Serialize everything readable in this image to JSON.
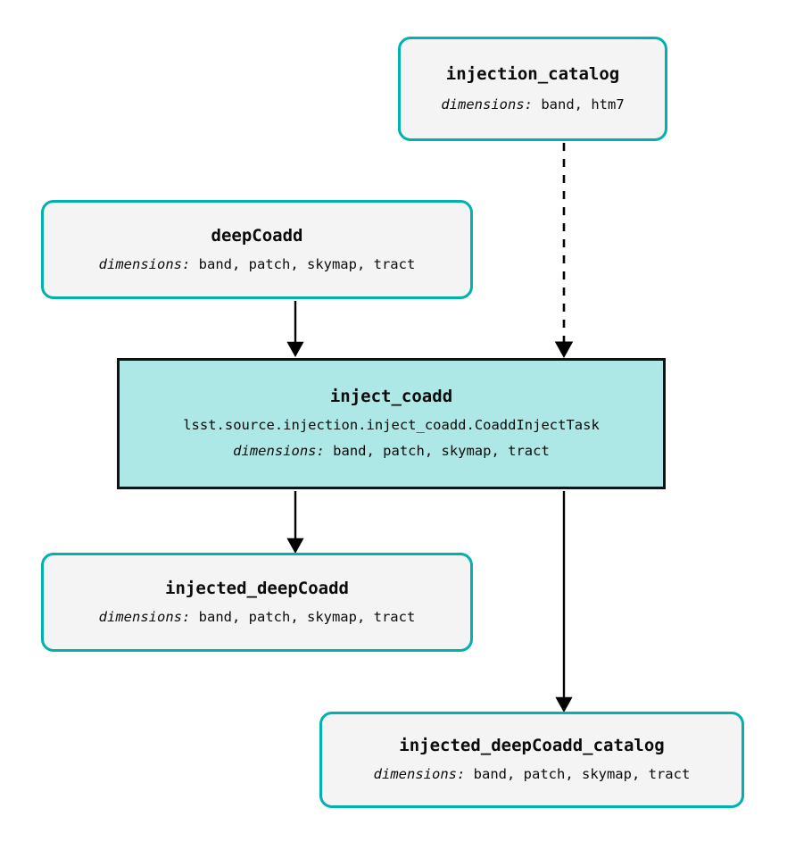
{
  "diagram": {
    "type": "pipeline-dag",
    "background": "#ffffff",
    "dataset_border_color": "#00b1b0",
    "dataset_fill_color": "#f4f4f4",
    "task_border_color": "#121212",
    "task_fill_color": "#ade8e6",
    "edge_color": "#000000",
    "dims_label": "dimensions:"
  },
  "nodes": {
    "injection_catalog": {
      "title": "injection_catalog",
      "dims_label": "dimensions:",
      "dims_value": "band, htm7",
      "kind": "dataset"
    },
    "deepCoadd": {
      "title": "deepCoadd",
      "dims_label": "dimensions:",
      "dims_value": "band, patch, skymap, tract",
      "kind": "dataset"
    },
    "inject_coadd": {
      "title": "inject_coadd",
      "class_path": "lsst.source.injection.inject_coadd.CoaddInjectTask",
      "dims_label": "dimensions:",
      "dims_value": "band, patch, skymap, tract",
      "kind": "task"
    },
    "injected_deepCoadd": {
      "title": "injected_deepCoadd",
      "dims_label": "dimensions:",
      "dims_value": "band, patch, skymap, tract",
      "kind": "dataset"
    },
    "injected_deepCoadd_catalog": {
      "title": "injected_deepCoadd_catalog",
      "dims_label": "dimensions:",
      "dims_value": "band, patch, skymap, tract",
      "kind": "dataset"
    }
  },
  "edges": [
    {
      "from": "injection_catalog",
      "to": "inject_coadd",
      "style": "dashed"
    },
    {
      "from": "deepCoadd",
      "to": "inject_coadd",
      "style": "solid"
    },
    {
      "from": "inject_coadd",
      "to": "injected_deepCoadd",
      "style": "solid"
    },
    {
      "from": "inject_coadd",
      "to": "injected_deepCoadd_catalog",
      "style": "solid"
    }
  ]
}
